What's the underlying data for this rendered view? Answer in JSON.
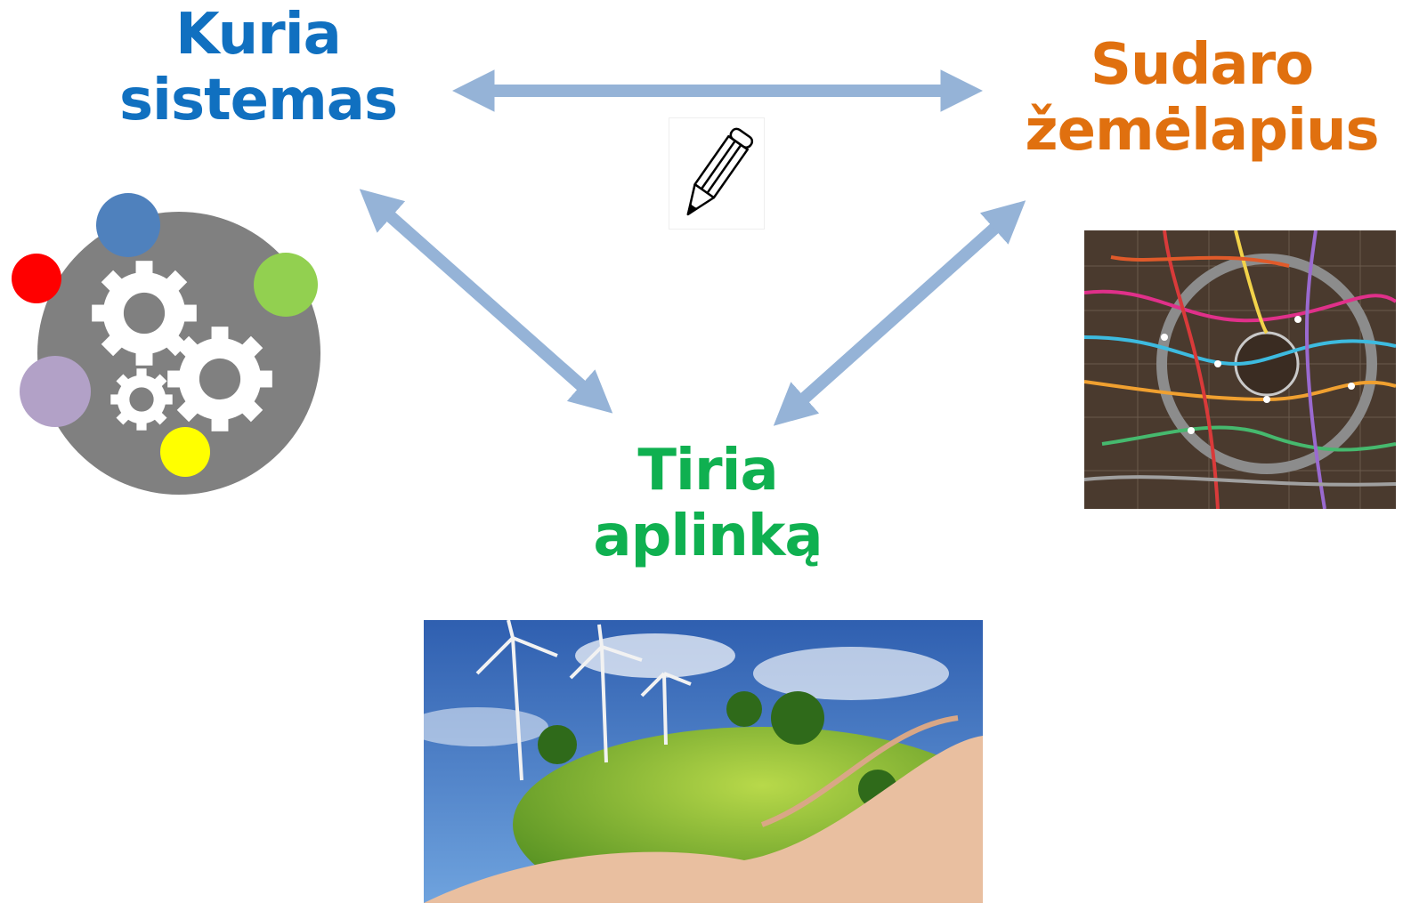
{
  "nodes": {
    "systems": {
      "line1": "Kuria",
      "line2": "sistemas",
      "color": "#1070c0"
    },
    "maps": {
      "line1": "Sudaro",
      "line2": "žemėlapius",
      "color": "#e0700f"
    },
    "environment": {
      "line1": "Tiria",
      "line2": "aplinką",
      "color": "#0fb050"
    }
  },
  "colors": {
    "arrow": "#95b3d7",
    "gear_disc": "#808080",
    "dot_red": "#ff0000",
    "dot_blue": "#4f81bd",
    "dot_green": "#92d050",
    "dot_purple": "#b2a1c7",
    "dot_yellow": "#ffff00"
  },
  "icons": [
    "gears-icon",
    "pencil-icon",
    "metro-map-image",
    "earth-in-hand-image"
  ]
}
